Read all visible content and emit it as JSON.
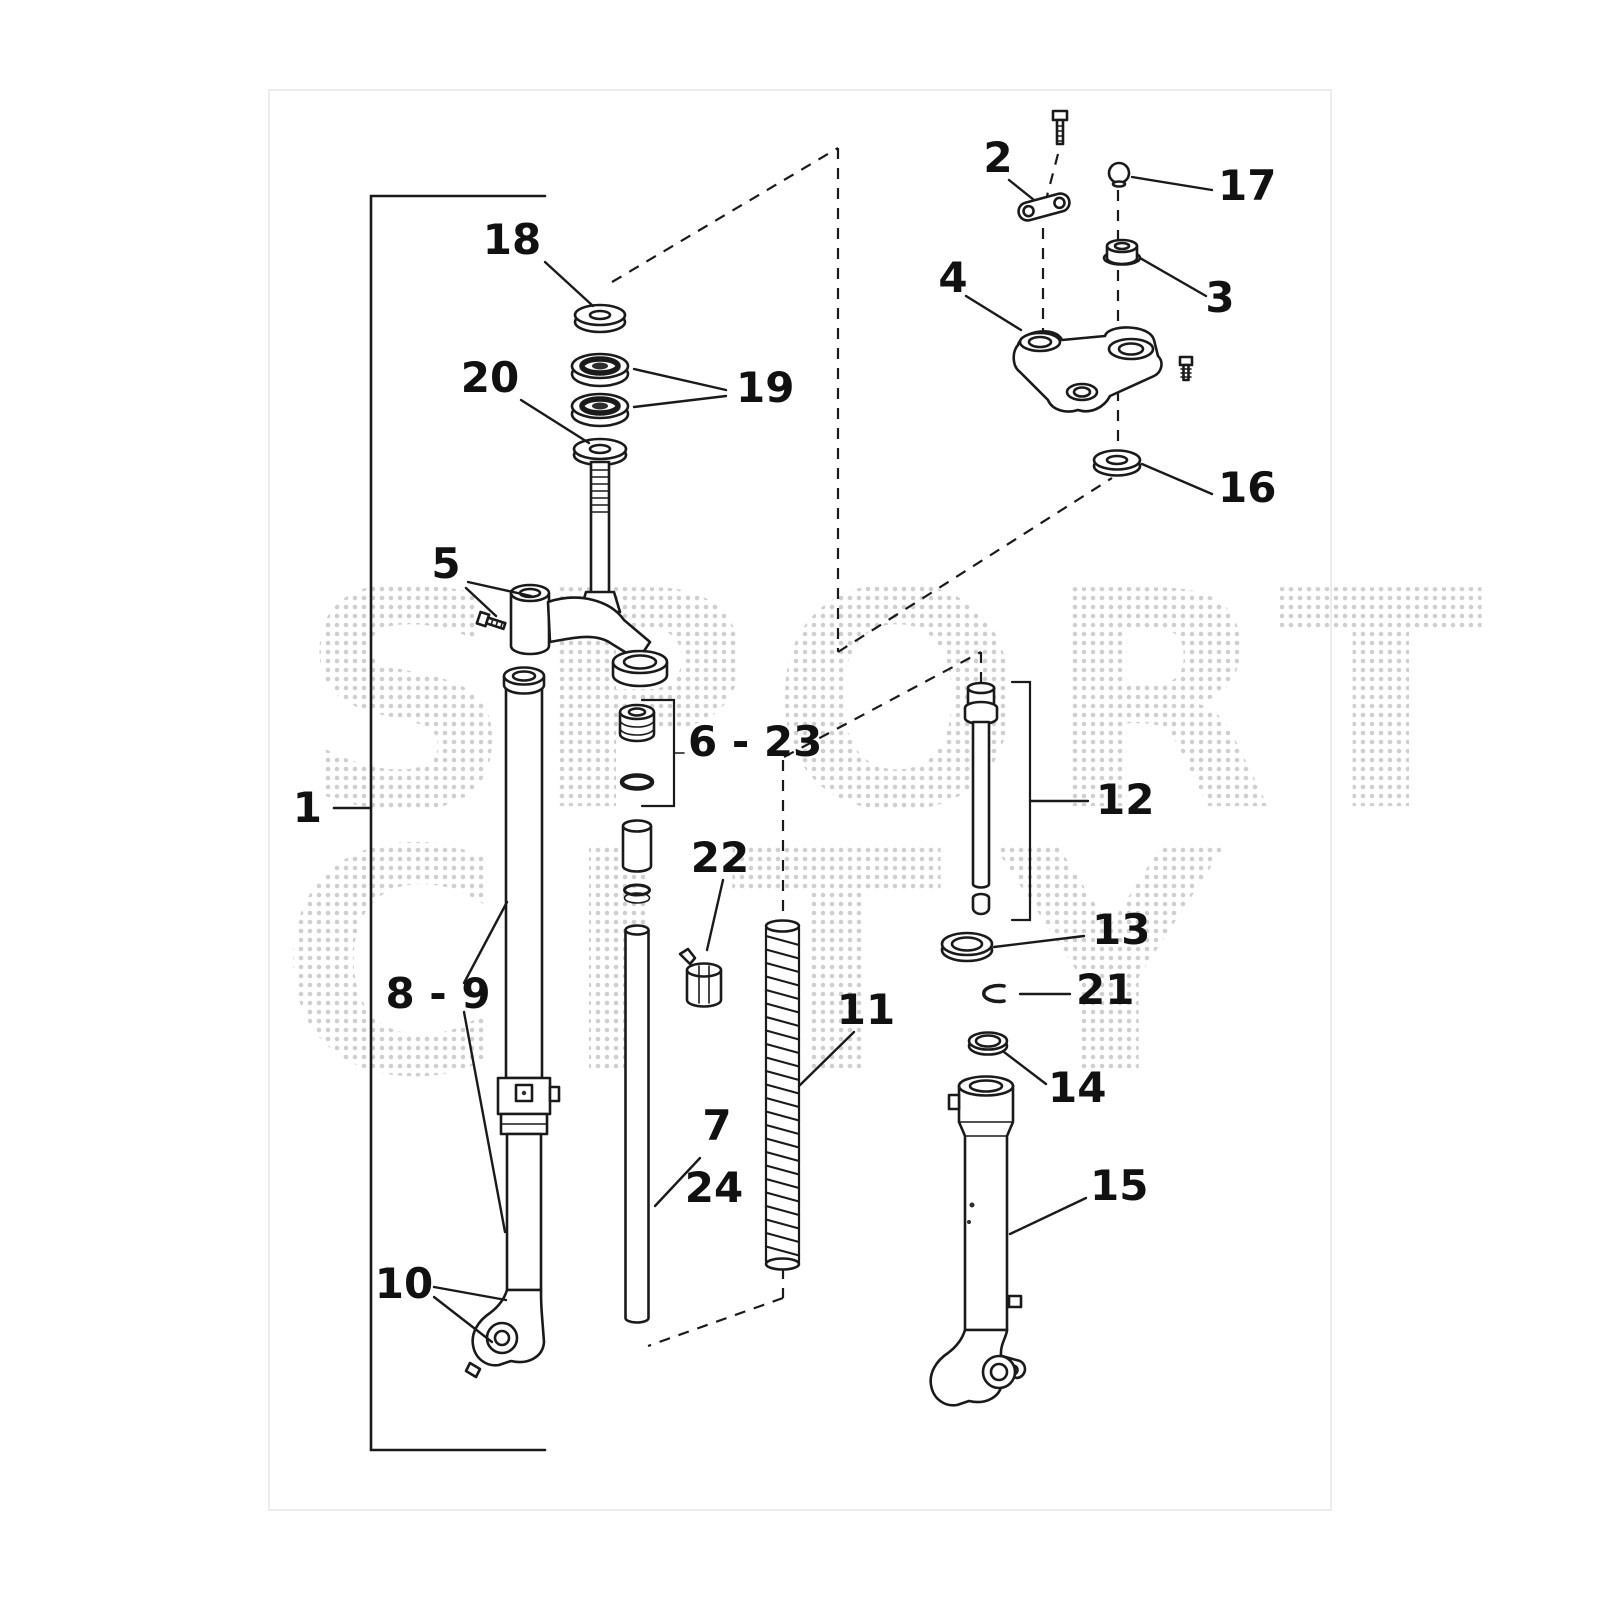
{
  "diagram": {
    "type": "exploded-parts-diagram",
    "subject": "front-fork-assembly",
    "line_color": "#1a1a1a",
    "background": "#ffffff",
    "watermark": {
      "line1": "SPORT",
      "line2": "CITY",
      "dot_color": "#cfcfcf"
    },
    "labels": {
      "p1": "1",
      "p2": "2",
      "p3": "3",
      "p4": "4",
      "p5": "5",
      "p6_23": "6 - 23",
      "p7": "7",
      "p8_9": "8 - 9",
      "p10": "10",
      "p11": "11",
      "p12": "12",
      "p13": "13",
      "p14": "14",
      "p15": "15",
      "p16": "16",
      "p17": "17",
      "p18": "18",
      "p19": "19",
      "p20": "20",
      "p21": "21",
      "p22": "22",
      "p24": "24"
    }
  }
}
